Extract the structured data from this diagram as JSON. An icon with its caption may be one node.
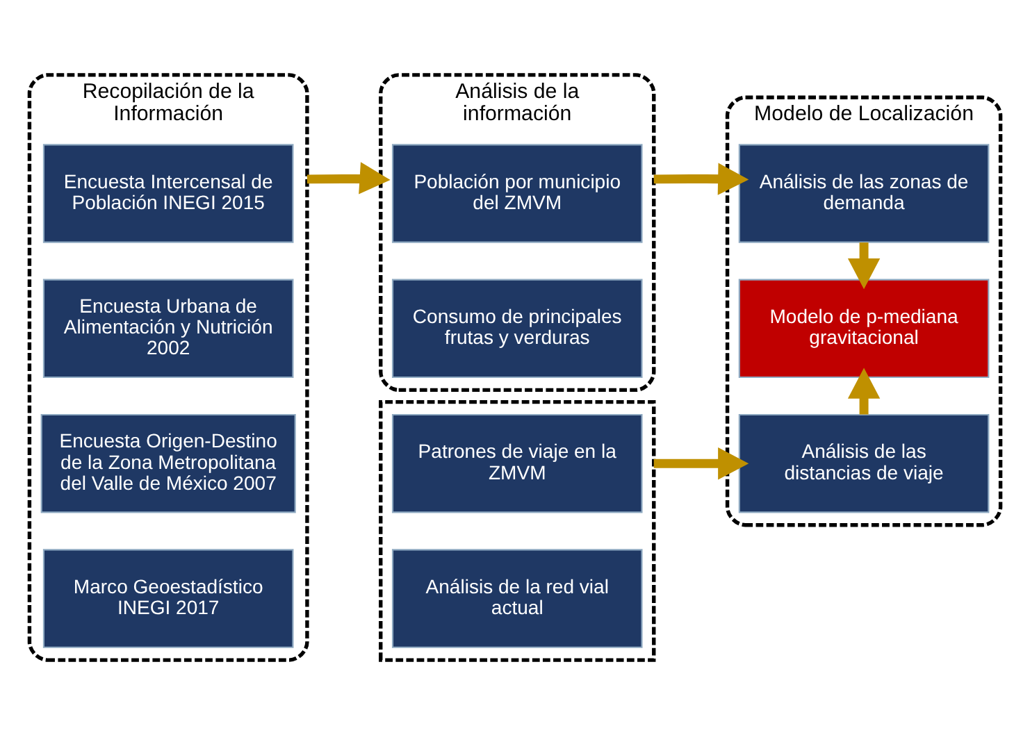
{
  "diagram": {
    "nodes": [
      {
        "text": [
          "Recopilación de la Información"
        ]
      },
      {
        "text": [
          "Encuesta Intercensal de Población INEGI 2015"
        ],
        "in": 0
      },
      {
        "text": [
          "Encuesta Urbana de Alimentación y Nutrición 2002"
        ],
        "in": 0
      },
      {
        "text": [
          "Encuesta Origen-Destino de la Zona Metropolitana del Valle de México 2007"
        ],
        "in": 0
      },
      {
        "text": [
          "Marco Geoestadístico INEGI 2017"
        ],
        "in": 0
      },
      {
        "text": [
          "Análisis de la información"
        ]
      },
      {
        "text": [
          "Población por municipio del ZMVM"
        ],
        "in": 5
      },
      {
        "text": [
          "Consumo de principales frutas y verduras"
        ],
        "in": 5
      },
      {
        "text": [],
        "shape": "box"
      },
      {
        "text": [
          "Patrones de viaje en la ZMVM"
        ],
        "in": 8
      },
      {
        "text": [
          "Análisis de la red vial actual"
        ],
        "in": 8
      },
      {
        "text": [
          "Modelo de Localización"
        ]
      },
      {
        "text": [
          "Análisis de las zonas de demanda"
        ],
        "in": 11
      },
      {
        "text": [
          "Modelo de p-mediana gravitacional"
        ],
        "in": 11
      },
      {
        "text": [
          "Análisis de las distancias de viaje"
        ],
        "in": 11
      }
    ],
    "edges": [
      {
        "from": 0,
        "to": 5,
        "arrow": "to"
      },
      {
        "from": 5,
        "to": 12,
        "arrow": "to"
      },
      {
        "from": 8,
        "to": 14,
        "arrow": "to"
      },
      {
        "from": 12,
        "to": 13,
        "arrow": "to"
      },
      {
        "from": 14,
        "to": 13,
        "arrow": "to"
      }
    ]
  }
}
